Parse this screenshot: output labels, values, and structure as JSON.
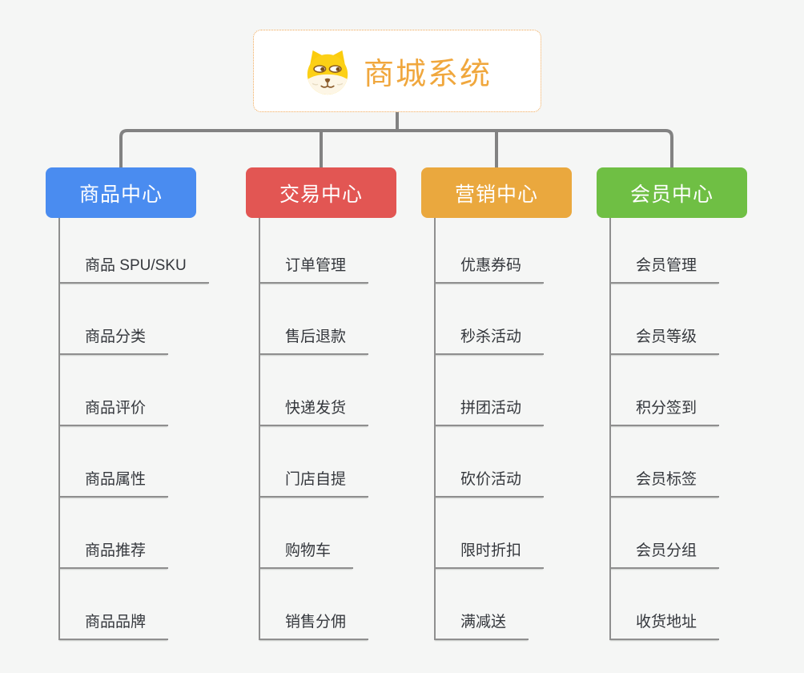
{
  "root": {
    "title": "商城系统",
    "icon": "dog-face-icon",
    "title_color": "#f0a73d",
    "border_color": "#f0a856"
  },
  "colors": {
    "background": "#f5f6f5",
    "tree_connector": "#828282",
    "item_line": "#8f8f8f",
    "item_text": "#34373c"
  },
  "branches": [
    {
      "label": "商品中心",
      "color": "#4a8cf0",
      "items": [
        "商品 SPU/SKU",
        "商品分类",
        "商品评价",
        "商品属性",
        "商品推荐",
        "商品品牌"
      ]
    },
    {
      "label": "交易中心",
      "color": "#e25653",
      "items": [
        "订单管理",
        "售后退款",
        "快递发货",
        "门店自提",
        "购物车",
        "销售分佣"
      ]
    },
    {
      "label": "营销中心",
      "color": "#eaa83e",
      "items": [
        "优惠券码",
        "秒杀活动",
        "拼团活动",
        "砍价活动",
        "限时折扣",
        "满减送"
      ]
    },
    {
      "label": "会员中心",
      "color": "#6fbf44",
      "items": [
        "会员管理",
        "会员等级",
        "积分签到",
        "会员标签",
        "会员分组",
        "收货地址"
      ]
    }
  ]
}
